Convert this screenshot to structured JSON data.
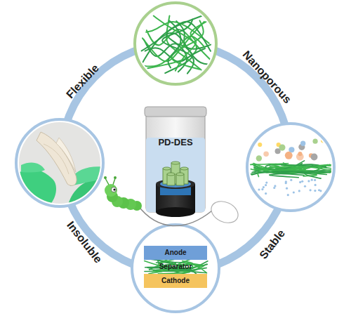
{
  "diagram": {
    "nodes": [
      {
        "text": [
          "PD-DES"
        ]
      },
      {
        "text": [
          "Anode"
        ]
      },
      {
        "text": [
          "Separator"
        ]
      },
      {
        "text": [
          "Cathode"
        ]
      }
    ],
    "labels": [
      "Flexible",
      "Nanoporous",
      "Stable",
      "Insoluble"
    ]
  }
}
